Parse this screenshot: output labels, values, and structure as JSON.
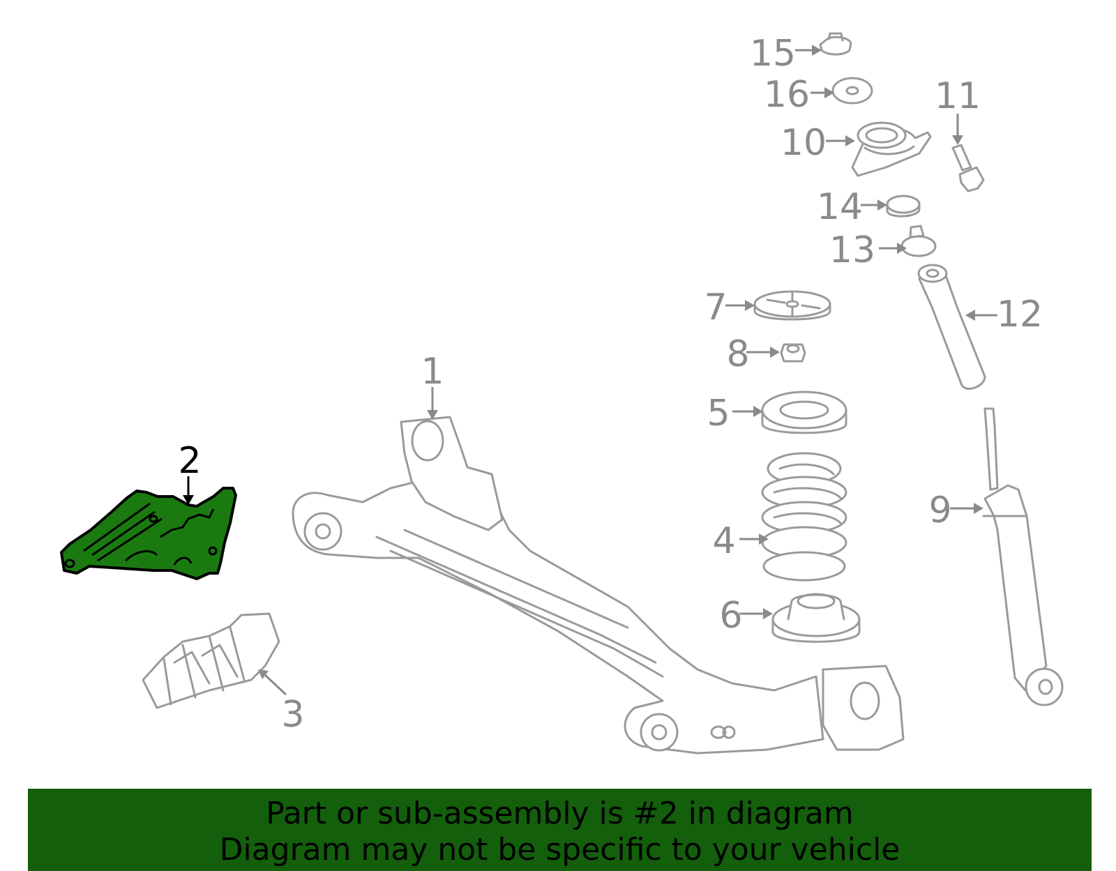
{
  "colors": {
    "highlight_fill": "#1a7a10",
    "banner_bg": "#135f0c",
    "line_gray": "#9a9a9a",
    "label_gray": "#8a8a8a",
    "active_label": "#000000"
  },
  "callouts": {
    "c1": "1",
    "c2": "2",
    "c3": "3",
    "c4": "4",
    "c5": "5",
    "c6": "6",
    "c7": "7",
    "c8": "8",
    "c9": "9",
    "c10": "10",
    "c11": "11",
    "c12": "12",
    "c13": "13",
    "c14": "14",
    "c15": "15",
    "c16": "16"
  },
  "highlighted_part": "2",
  "banner": {
    "line1": "Part or sub-assembly is #2 in diagram",
    "line2": "Diagram may not be specific to your vehicle"
  }
}
